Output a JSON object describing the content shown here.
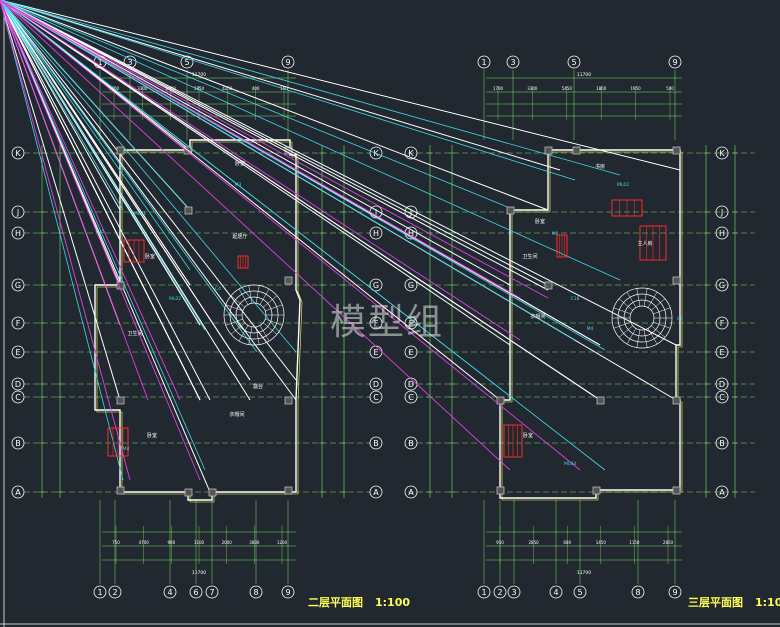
{
  "colors": {
    "background": "#212830",
    "axis": "#7ee06a",
    "wall": "#ffffff",
    "cyan": "#3fd9e6",
    "yellow": "#ffff55",
    "furniture": "#ff2a2a",
    "magenta": "#e040e0",
    "dim": "#ffffff"
  },
  "watermark": "模型组",
  "axes": {
    "columns_left": [
      "1",
      "3",
      "5",
      "9"
    ],
    "columns_left_bottom": [
      "1",
      "2",
      "4",
      "6",
      "7",
      "8",
      "9"
    ],
    "columns_right": [
      "1",
      "3",
      "5",
      "9"
    ],
    "columns_right_bottom": [
      "1",
      "2",
      "3",
      "4",
      "5",
      "8",
      "9"
    ],
    "rows": [
      "K",
      "J",
      "H",
      "G",
      "F",
      "E",
      "D",
      "C",
      "B",
      "A"
    ]
  },
  "plans": [
    {
      "title": "二层平面图",
      "scale": "1:100",
      "overall_top": "11700",
      "overall_bottom": "11700",
      "top_dims": [
        "1500",
        "3300",
        "6400",
        "3850",
        "4250",
        "400",
        "150"
      ],
      "bottom_dims": [
        "750",
        "4700",
        "900",
        "1100",
        "2000",
        "3600",
        "1200"
      ],
      "rooms": [
        "卧室",
        "起居厅",
        "卧室",
        "卫生间",
        "卧室",
        "衣帽间",
        "露台"
      ],
      "notes": [
        "M3",
        "M4",
        "ML01",
        "ML02",
        "C15",
        "C4"
      ]
    },
    {
      "title": "三层平面图",
      "scale": "1:100",
      "overall_top": "11700",
      "overall_bottom": "11700",
      "top_dims": [
        "1700",
        "3300",
        "5450",
        "1800",
        "1950",
        "500"
      ],
      "bottom_dims": [
        "950",
        "2850",
        "600",
        "1450",
        "1150",
        "2850"
      ],
      "rooms": [
        "主人房",
        "卧室",
        "卫生间",
        "衣帽间",
        "卧室",
        "书房"
      ],
      "notes": [
        "ML02",
        "ML04",
        "M2",
        "M4",
        "C18",
        "C4"
      ]
    }
  ]
}
